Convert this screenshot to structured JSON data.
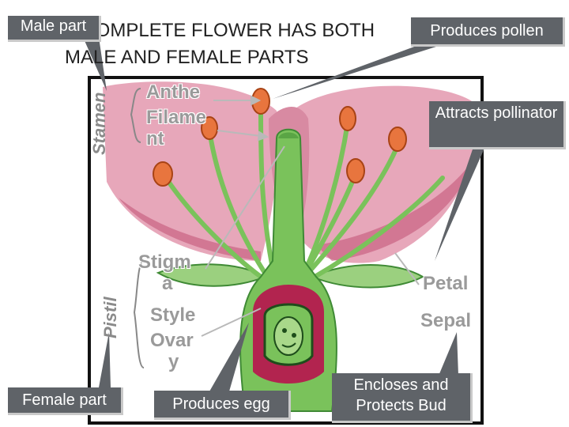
{
  "title": "A COMPLETE FLOWER HAS BOTH MALE AND FEMALE PARTS",
  "callouts": {
    "male_part": "Male part",
    "produces_pollen": "Produces pollen",
    "attracts_pollinator": "Attracts pollinator",
    "female_part": "Female part",
    "produces_egg": "Produces egg",
    "encloses_protects": "Encloses and Protects Bud"
  },
  "labels": {
    "stamen": "Stamen",
    "pistil": "Pistil",
    "anther": "Anthe",
    "filament_1": "Filame",
    "filament_2": "nt",
    "stigma_1": "Stigm",
    "stigma_2": "a",
    "style": "Style",
    "ovary_1": "Ovar",
    "ovary_2": "y",
    "petal": "Petal",
    "sepal": "Sepal"
  },
  "colors": {
    "petal": "#e7a7ba",
    "petal_dark": "#c4577a",
    "stem": "#7ac25b",
    "stem_dark": "#3f8a35",
    "anther": "#e8753e",
    "ovary": "#b2244f",
    "callout": "#5f6368"
  }
}
